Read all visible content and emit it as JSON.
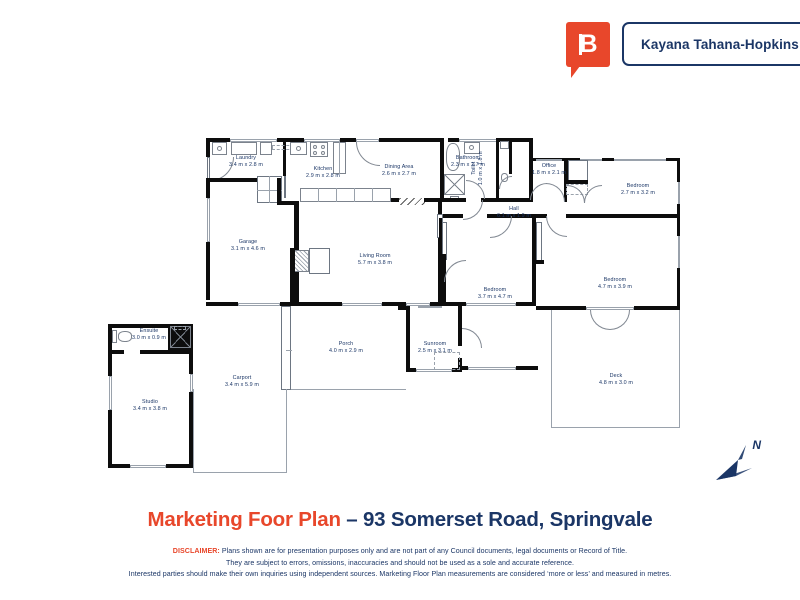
{
  "header": {
    "logo_icon": "speech-bubble-b-logo-icon",
    "logo_letter": "B",
    "agent_name": "Kayana Tahana-Hopkins",
    "brand_color": "#e8472b",
    "navy_color": "#1b3666"
  },
  "footer": {
    "title_prefix": "Marketing Foor Plan",
    "title_separator": " – ",
    "title_address": "93 Somerset Road, Springvale",
    "disclaimer_label": "DISCLAIMER:",
    "disclaimer_line1": " Plans shown are for presentation purposes only and are not part of any Council documents, legal documents or Record of Title.",
    "disclaimer_line2": "They are subject to errors, omissions, inaccuracies and should not be used as a sole and accurate reference.",
    "disclaimer_line3": "Interested parties should make their own inquiries using independent sources. Marketing Floor Plan measurements are considered ‘more or less’ and measured in metres."
  },
  "compass": {
    "label": "N",
    "icon": "north-arrow-icon"
  },
  "floorplan": {
    "rooms": [
      {
        "key": "laundry",
        "name": "Laundry",
        "dim": "3.4 m x 2.8 m"
      },
      {
        "key": "kitchen",
        "name": "Kitchen",
        "dim": "2.9 m x 2.8 m"
      },
      {
        "key": "dining",
        "name": "Dining Area",
        "dim": "2.6 m x 2.7 m"
      },
      {
        "key": "bathroom",
        "name": "Bathroom",
        "dim": "2.3 m x 2.7 m"
      },
      {
        "key": "toilet",
        "name": "Toilet",
        "dim": "1.0 m x 1.8 m"
      },
      {
        "key": "office",
        "name": "Office",
        "dim": "1.8 m x 2.1 m"
      },
      {
        "key": "bedroom_ne",
        "name": "Bedroom",
        "dim": "2.7 m x 3.2 m"
      },
      {
        "key": "hall",
        "name": "Hall",
        "dim": "6.1 m x 1.9 m"
      },
      {
        "key": "garage",
        "name": "Garage",
        "dim": "3.1 m x 4.6 m"
      },
      {
        "key": "living",
        "name": "Living Room",
        "dim": "5.7 m x 3.8 m"
      },
      {
        "key": "bedroom_mid",
        "name": "Bedroom",
        "dim": "3.7 m x 4.7 m"
      },
      {
        "key": "bedroom_e",
        "name": "Bedroom",
        "dim": "4.7 m x 3.9 m"
      },
      {
        "key": "porch",
        "name": "Porch",
        "dim": "4.0 m x 2.9 m"
      },
      {
        "key": "sunroom",
        "name": "Sunroom",
        "dim": "2.5 m x 3.1 m"
      },
      {
        "key": "deck",
        "name": "Deck",
        "dim": "4.8 m x 3.0 m"
      },
      {
        "key": "carport",
        "name": "Carport",
        "dim": "3.4 m x 5.9 m"
      },
      {
        "key": "ensuite",
        "name": "Ensuite",
        "dim": "3.0 m x 0.9 m"
      },
      {
        "key": "studio",
        "name": "Studio",
        "dim": "3.4 m x 3.8 m"
      }
    ]
  }
}
